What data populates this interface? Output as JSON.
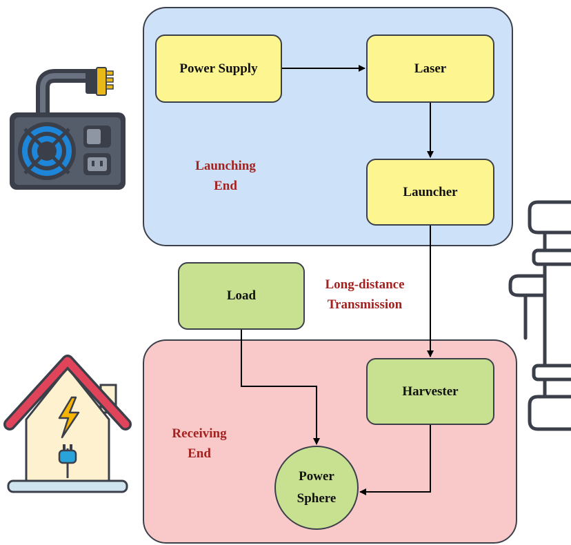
{
  "regions": {
    "launching": {
      "label_line1": "Launching",
      "label_line2": "End"
    },
    "receiving": {
      "label_line1": "Receiving",
      "label_line2": "End"
    }
  },
  "transmission": {
    "label_line1": "Long-distance",
    "label_line2": "Transmission"
  },
  "nodes": {
    "power_supply": "Power Supply",
    "laser": "Laser",
    "launcher": "Launcher",
    "load": "Load",
    "harvester": "Harvester",
    "power_sphere_line1": "Power",
    "power_sphere_line2": "Sphere"
  },
  "colors": {
    "launching_region": "#cde2f8",
    "receiving_region": "#f9c9c9",
    "yellow_node": "#fdf58f",
    "green_node": "#c8e191",
    "label_red": "#a3221f"
  },
  "icons": [
    "power-supply-unit-icon",
    "house-electricity-icon",
    "fiber-cable-icon"
  ]
}
